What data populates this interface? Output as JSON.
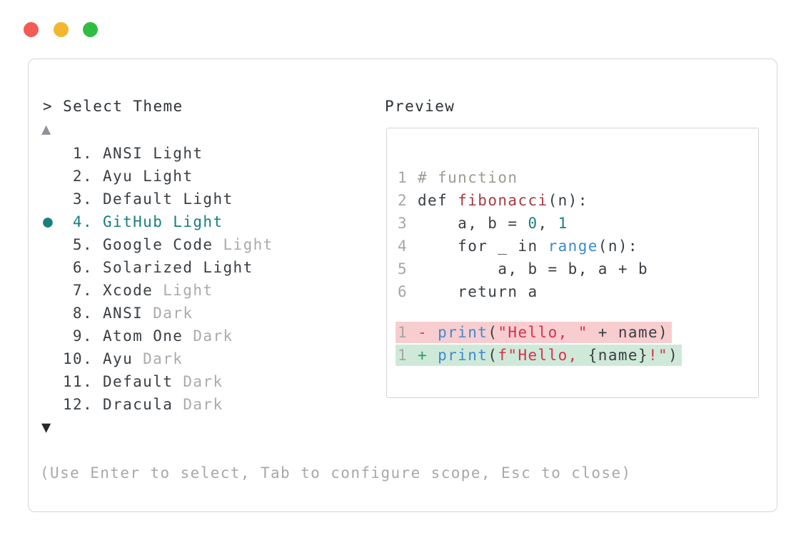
{
  "window": {
    "traffic_lights": [
      {
        "name": "close",
        "color_key": "traffic_red"
      },
      {
        "name": "minimize",
        "color_key": "traffic_yellow"
      },
      {
        "name": "zoom",
        "color_key": "traffic_green"
      }
    ]
  },
  "theme_picker": {
    "title": "> Select Theme",
    "scroll_up_icon": "▲",
    "scroll_down_icon": "▼",
    "selected_bullet": "●",
    "items": [
      {
        "number": "1.",
        "label": "ANSI Light",
        "variant": "",
        "selected": false
      },
      {
        "number": "2.",
        "label": "Ayu Light",
        "variant": "",
        "selected": false
      },
      {
        "number": "3.",
        "label": "Default Light",
        "variant": "",
        "selected": false
      },
      {
        "number": "4.",
        "label": "GitHub Light",
        "variant": "",
        "selected": true
      },
      {
        "number": "5.",
        "label": "Google Code",
        "variant": "Light",
        "selected": false
      },
      {
        "number": "6.",
        "label": "Solarized Light",
        "variant": "",
        "selected": false
      },
      {
        "number": "7.",
        "label": "Xcode",
        "variant": "Light",
        "selected": false
      },
      {
        "number": "8.",
        "label": "ANSI",
        "variant": "Dark",
        "selected": false
      },
      {
        "number": "9.",
        "label": "Atom One",
        "variant": "Dark",
        "selected": false
      },
      {
        "number": "10.",
        "label": "Ayu",
        "variant": "Dark",
        "selected": false
      },
      {
        "number": "11.",
        "label": "Default",
        "variant": "Dark",
        "selected": false
      },
      {
        "number": "12.",
        "label": "Dracula",
        "variant": "Dark",
        "selected": false
      }
    ],
    "footer_hint": "(Use Enter to select, Tab to configure scope, Esc to close)"
  },
  "preview": {
    "title": "Preview",
    "code_lines": [
      {
        "num": "1",
        "tokens": [
          {
            "text": "# function",
            "color": "comment"
          }
        ]
      },
      {
        "num": "2",
        "tokens": [
          {
            "text": "def ",
            "color": "default"
          },
          {
            "text": "fibonacci",
            "color": "function"
          },
          {
            "text": "(n):",
            "color": "default"
          }
        ]
      },
      {
        "num": "3",
        "tokens": [
          {
            "text": "    a, b = ",
            "color": "default"
          },
          {
            "text": "0",
            "color": "number"
          },
          {
            "text": ", ",
            "color": "default"
          },
          {
            "text": "1",
            "color": "number"
          }
        ]
      },
      {
        "num": "4",
        "tokens": [
          {
            "text": "    for _ in ",
            "color": "default"
          },
          {
            "text": "range",
            "color": "blue"
          },
          {
            "text": "(n):",
            "color": "default"
          }
        ]
      },
      {
        "num": "5",
        "tokens": [
          {
            "text": "        a, b = b, a + b",
            "color": "default"
          }
        ]
      },
      {
        "num": "6",
        "tokens": [
          {
            "text": "    return a",
            "color": "default"
          }
        ]
      }
    ],
    "diff_lines": [
      {
        "num": "1",
        "kind": "removed",
        "tokens": [
          {
            "text": "- ",
            "color": "minus"
          },
          {
            "text": "print",
            "color": "blue"
          },
          {
            "text": "(",
            "color": "default"
          },
          {
            "text": "\"Hello, \"",
            "color": "string"
          },
          {
            "text": " + name)",
            "color": "default"
          }
        ]
      },
      {
        "num": "1",
        "kind": "added",
        "tokens": [
          {
            "text": "+ ",
            "color": "plus"
          },
          {
            "text": "print",
            "color": "blue"
          },
          {
            "text": "(",
            "color": "default"
          },
          {
            "text": "f\"Hello, ",
            "color": "string"
          },
          {
            "text": "{name}",
            "color": "default"
          },
          {
            "text": "!\"",
            "color": "string"
          },
          {
            "text": ")",
            "color": "default"
          }
        ]
      }
    ]
  },
  "colors": {
    "accent_teal": "#17807d",
    "traffic_red": "#f25c54",
    "traffic_yellow": "#f3b62f",
    "traffic_green": "#2fbe41",
    "text_dark": "#3a3f44",
    "header_dark": "#2e3236",
    "text_muted": "#ababab",
    "text_hint": "#a8a8a8",
    "line_number": "#a6a6a6",
    "comment": "#9c9c90",
    "function_name": "#a93a40",
    "string": "#d9304c",
    "blue": "#3b8bd0",
    "number": "#17807d",
    "diff_minus": "#d23f56",
    "diff_plus": "#2f9467",
    "removed_bg": "#f8cdcf",
    "added_bg": "#cfe9d9",
    "border": "#d5d5d5",
    "arrow_up": "#8f9296",
    "arrow_down": "#26292c"
  }
}
